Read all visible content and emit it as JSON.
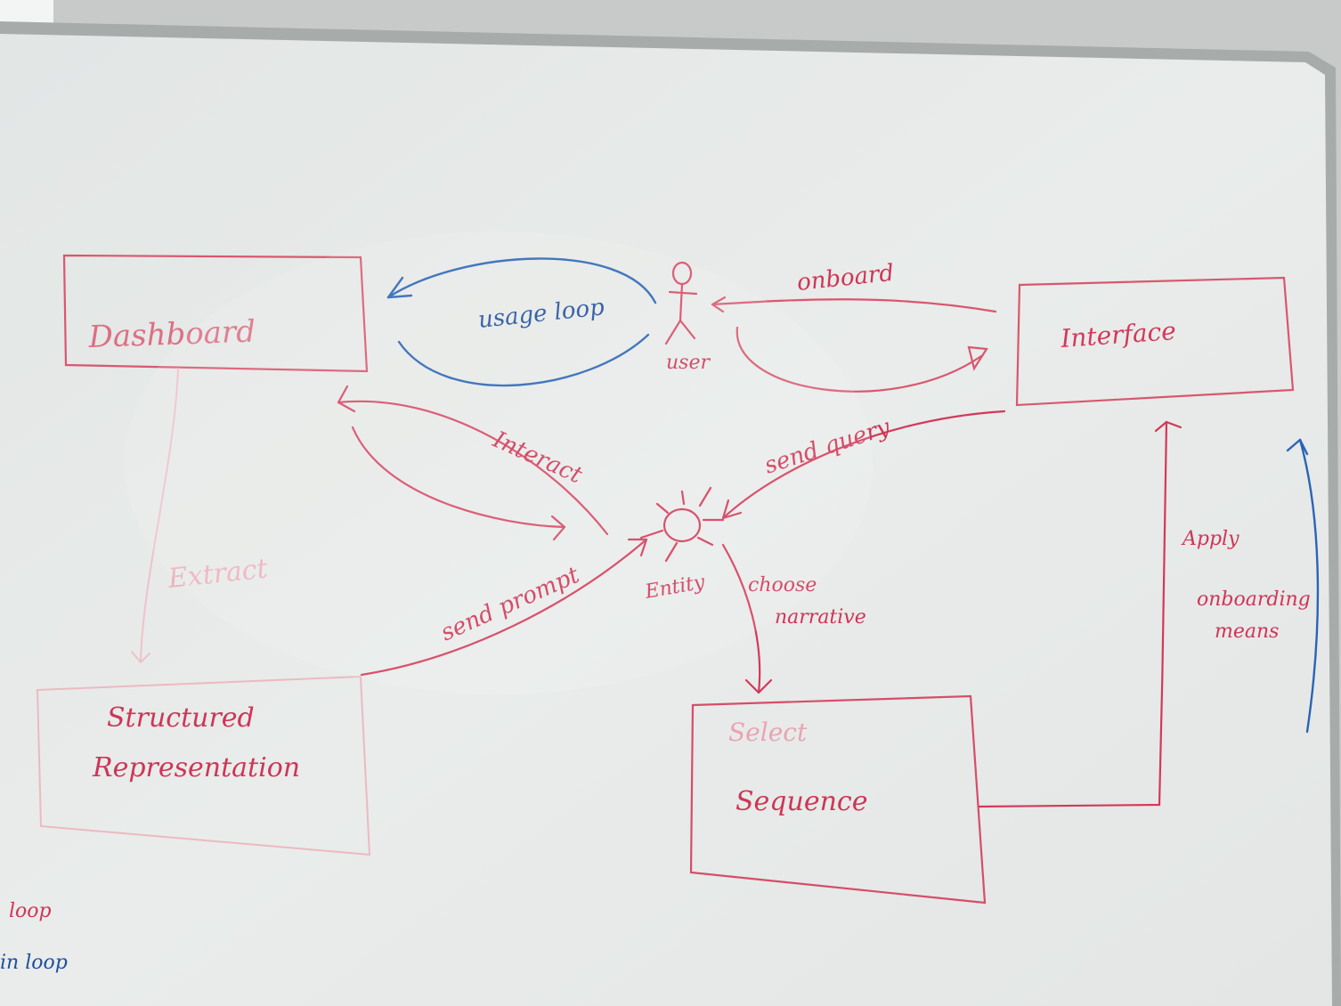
{
  "colors": {
    "board": "#e6e9e8",
    "frame": "#9fa3a2",
    "red_marker": "#d42a4a",
    "faded_red": "#e9a0ae",
    "blue_marker": "#2a66b8"
  },
  "nodes": {
    "dashboard": "Dashboard",
    "interface": "Interface",
    "structured_line1": "Structured",
    "structured_line2": "Representation",
    "select_line1": "Select",
    "select_line2": "Sequence",
    "user": "user",
    "entity": "Entity"
  },
  "edges": {
    "usage_loop": "usage loop",
    "onboard": "onboard",
    "interact": "Interact",
    "send_query": "send query",
    "extract": "Extract",
    "send_prompt": "send prompt",
    "choose_narrative_line1": "choose",
    "choose_narrative_line2": "narrative",
    "apply_line1": "Apply",
    "apply_line2": "onboarding",
    "apply_line3": "means"
  },
  "legend": {
    "item1": "loop",
    "item2": "in loop"
  },
  "icons": {
    "user": "stick-figure-icon",
    "entity": "sun-burst-icon"
  }
}
